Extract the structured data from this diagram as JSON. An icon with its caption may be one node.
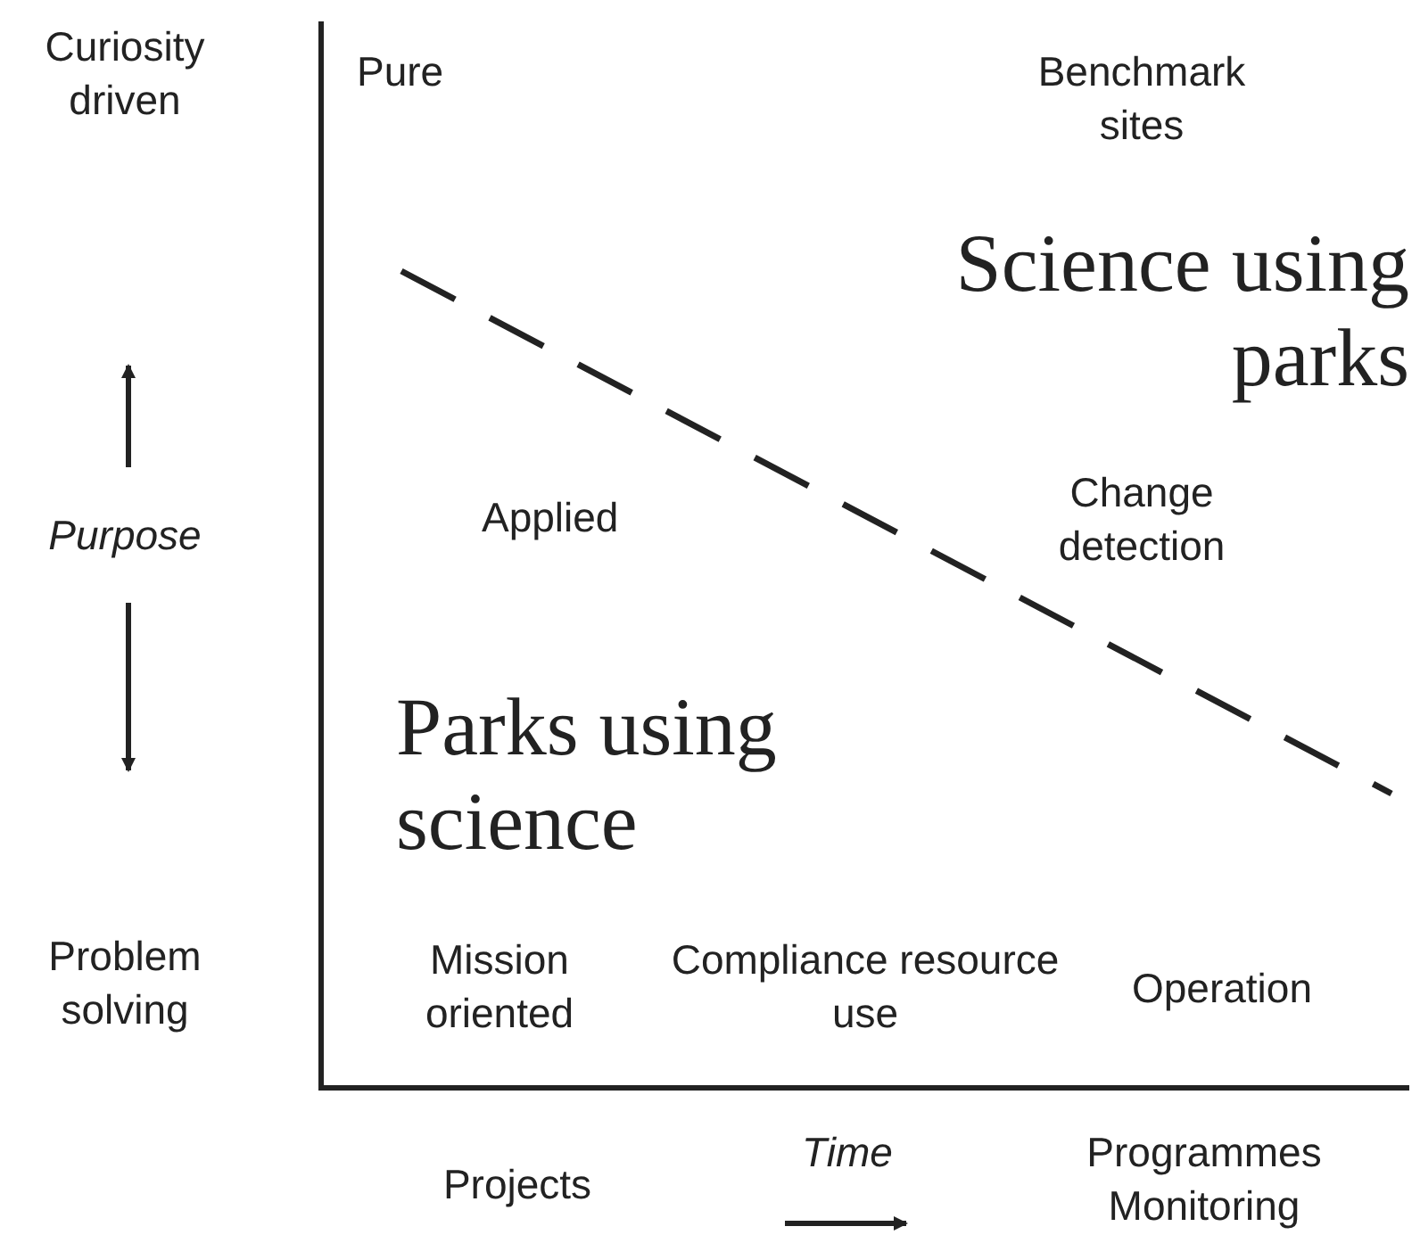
{
  "diagram": {
    "labels": [
      "Curiosity driven",
      "Pure",
      "Benchmark sites",
      "Science using parks",
      "Purpose",
      "Applied",
      "Change detection",
      "Parks using science",
      "Problem solving",
      "Mission oriented",
      "Compliance resource use",
      "Operation",
      "Projects",
      "Time",
      "Programmes Monitoring"
    ]
  }
}
